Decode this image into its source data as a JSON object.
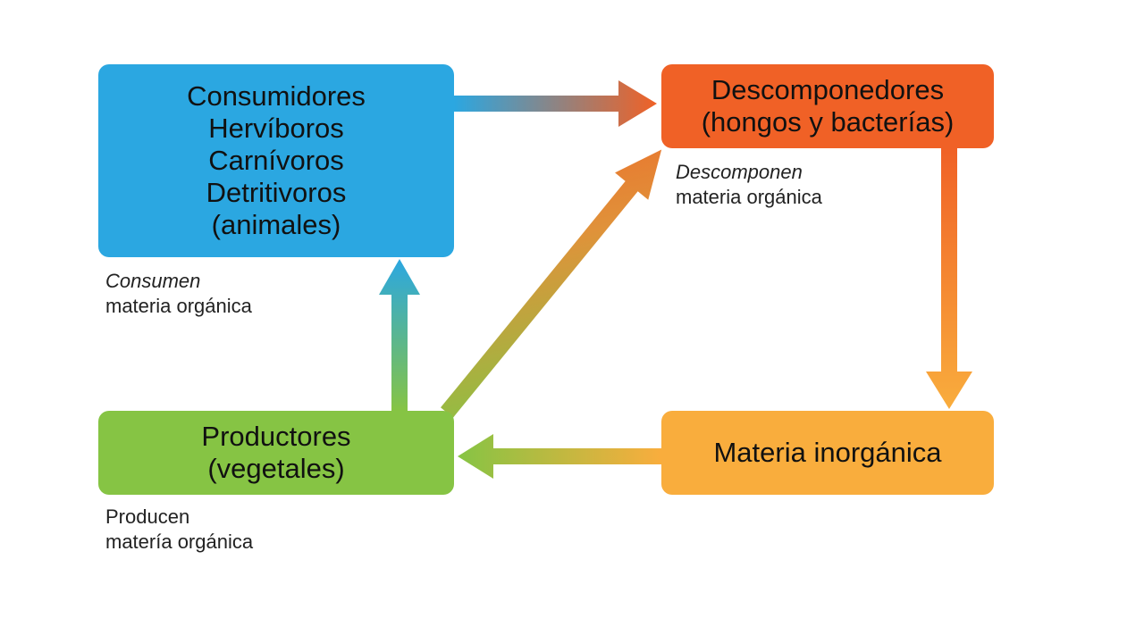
{
  "nodes": {
    "consumidores": {
      "lines": [
        "Consumidores",
        "Hervíboros",
        "Carnívoros",
        "Detritivoros",
        "(animales)"
      ],
      "color": "#2ba7e1"
    },
    "descomponedores": {
      "lines": [
        "Descomponedores",
        "(hongos y bacterías)"
      ],
      "color": "#f06126"
    },
    "productores": {
      "lines": [
        "Productores",
        "(vegetales)"
      ],
      "color": "#86c444"
    },
    "materia_inorganica": {
      "lines": [
        "Materia inorgánica"
      ],
      "color": "#f9ad3d"
    }
  },
  "captions": {
    "consumen": {
      "verb": "Consumen",
      "object": "materia orgánica"
    },
    "descomponen": {
      "verb": "Descomponen",
      "object": "materia orgánica"
    },
    "producen": {
      "verb": "Producen",
      "object": "matería orgánica"
    }
  },
  "edges": [
    {
      "from": "consumidores",
      "to": "descomponedores"
    },
    {
      "from": "productores",
      "to": "descomponedores"
    },
    {
      "from": "productores",
      "to": "consumidores"
    },
    {
      "from": "descomponedores",
      "to": "materia_inorganica"
    },
    {
      "from": "materia_inorganica",
      "to": "productores"
    }
  ]
}
